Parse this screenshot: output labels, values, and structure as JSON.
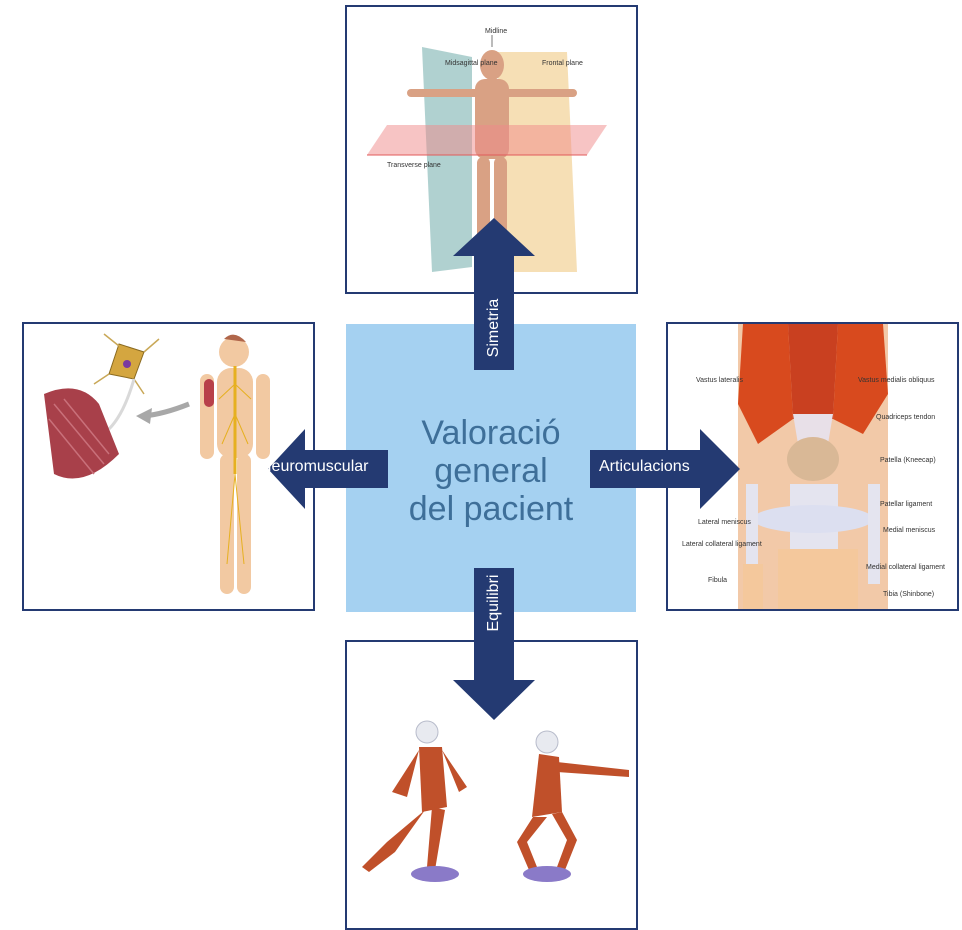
{
  "center": {
    "line1": "Valoració",
    "line2": "general",
    "line3": "del pacient"
  },
  "arrows": {
    "top": "Simetria",
    "left": "Neuromuscular",
    "right": "Articulacions",
    "bottom": "Equilibri"
  },
  "planes_figure": {
    "midline": "Midline",
    "midsagittal": "Midsagittal plane",
    "frontal": "Frontal plane",
    "transverse": "Transverse plane"
  },
  "knee_figure": {
    "vastus_lateralis": "Vastus lateralis",
    "vastus_medialis": "Vastus medialis obliquus",
    "quadriceps_tendon": "Quadriceps tendon",
    "patella": "Patella (Kneecap)",
    "patellar_ligament": "Patellar ligament",
    "lateral_meniscus": "Lateral meniscus",
    "medial_meniscus": "Medial meniscus",
    "lateral_collateral": "Lateral collateral ligament",
    "medial_collateral": "Medial collateral ligament",
    "fibula": "Fibula",
    "tibia": "Tibia (Shinbone)"
  },
  "colors": {
    "arrow": "#243a72",
    "center": "#a5d1f1",
    "center_text": "#3e6f99"
  }
}
